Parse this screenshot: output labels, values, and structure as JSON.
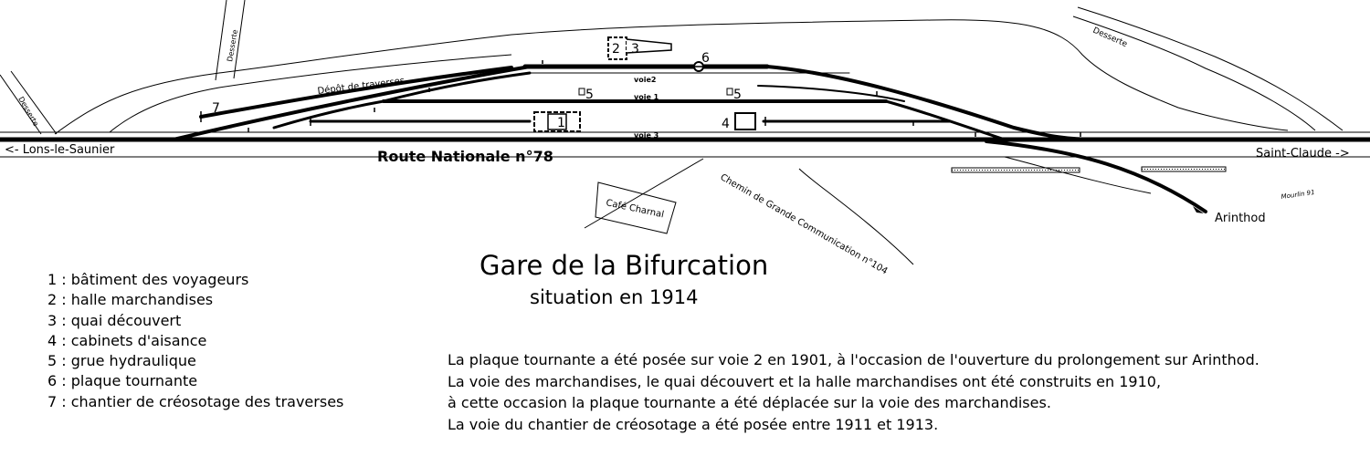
{
  "title": "Gare de la Bifurcation",
  "subtitle": "situation en 1914",
  "map": {
    "roads": {
      "route_nationale": "Route Nationale n°78",
      "chemin": "Chemin de Grande Communication n°104",
      "depot": "Dépôt de traverses",
      "desserte_left": "Desserte",
      "desserte_top": "Desserte",
      "desserte_right": "Desserte",
      "cafe": "Café Charnal"
    },
    "destinations": {
      "left": "<- Lons-le-Saunier",
      "right": "Saint-Claude ->",
      "arinthod": "Arinthod"
    },
    "tracks": {
      "voie2": "voie2",
      "voie1": "voie 1",
      "voie3": "voie 3"
    },
    "markers": {
      "m1": "1",
      "m2": "2",
      "m3": "3",
      "m4": "4",
      "m5a": "5",
      "m5b": "5",
      "m6": "6",
      "m7": "7"
    },
    "signature": "Mourlin 91"
  },
  "legend": [
    "1 : bâtiment des voyageurs",
    "2 : halle marchandises",
    "3 : quai découvert",
    "4 : cabinets d'aisance",
    "5 : grue hydraulique",
    "6 : plaque tournante",
    "7 : chantier de créosotage des traverses"
  ],
  "notes": [
    "La plaque tournante a été posée sur voie 2 en 1901, à l'occasion de l'ouverture du prolongement sur Arinthod.",
    "La voie des marchandises, le quai découvert et la halle marchandises ont été construits en 1910,",
    "à cette occasion la plaque tournante a été déplacée sur la voie des marchandises.",
    "La voie du chantier de créosotage a été posée entre 1911 et 1913."
  ]
}
